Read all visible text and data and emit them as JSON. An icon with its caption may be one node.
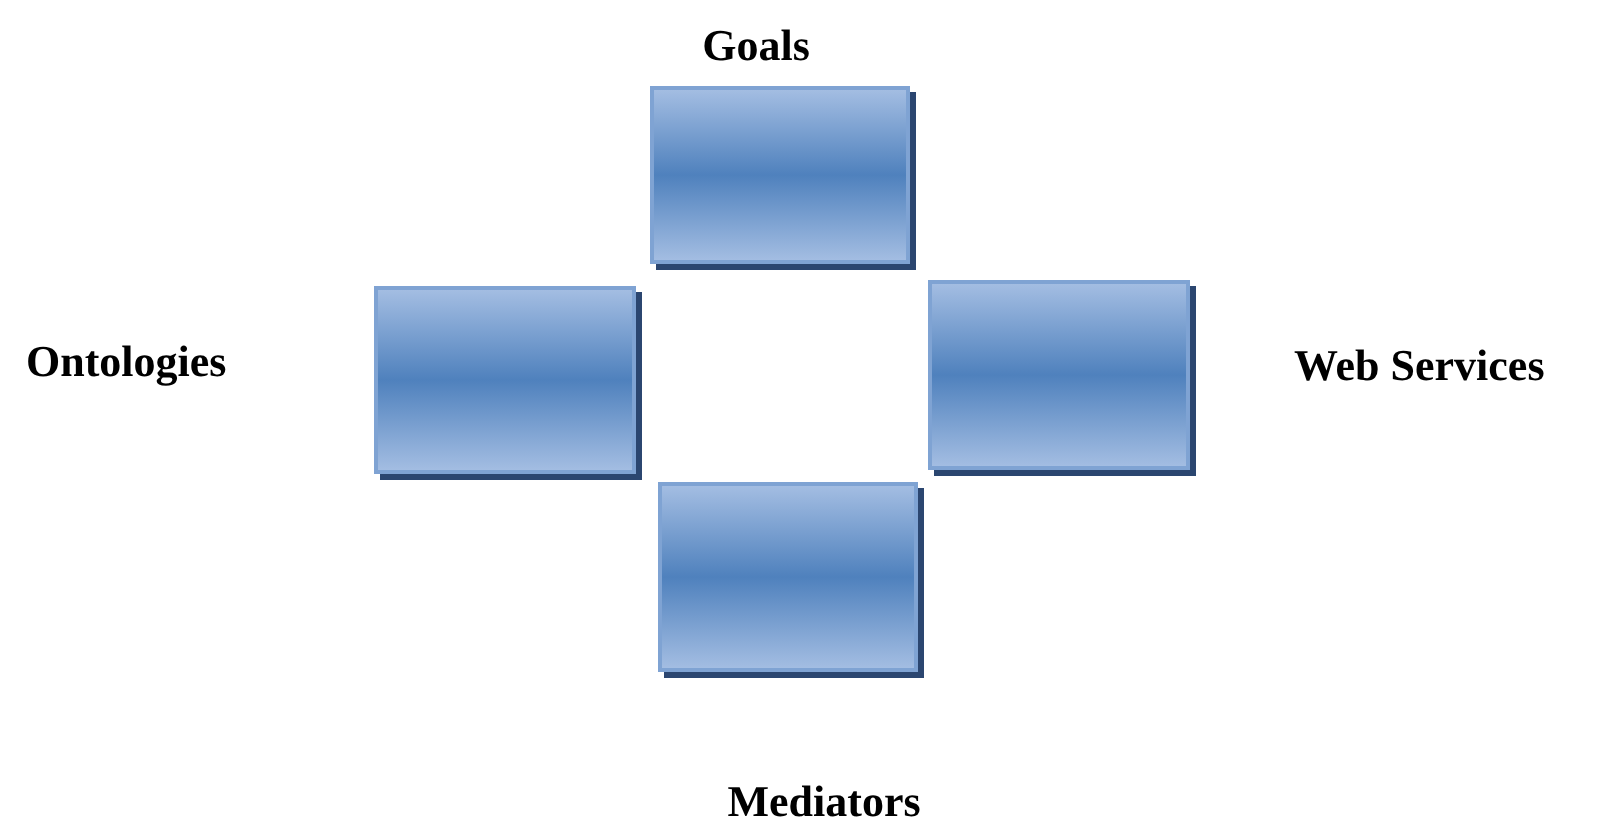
{
  "diagram": {
    "nodes": [
      {
        "text": [],
        "shape": "box",
        "beside": [
          "Goals"
        ]
      },
      {
        "text": [],
        "shape": "box",
        "beside": [
          "Ontologies"
        ]
      },
      {
        "text": [],
        "shape": "box",
        "beside": [
          "Web Services"
        ]
      },
      {
        "text": [],
        "shape": "box",
        "beside": [
          "Mediators"
        ]
      }
    ]
  }
}
